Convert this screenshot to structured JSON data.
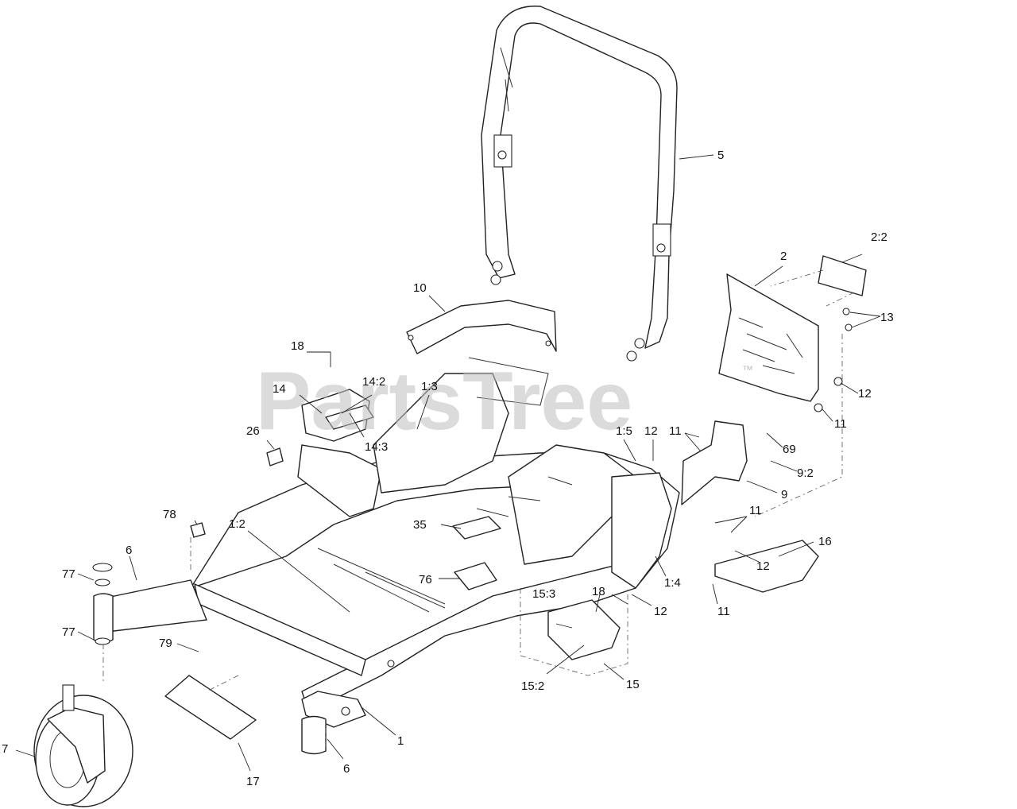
{
  "watermark": {
    "text": "PartsTree",
    "trademark": "™"
  },
  "callouts": {
    "c5": "5",
    "c2_2": "2:2",
    "c2": "2",
    "c13": "13",
    "c10": "10",
    "c18a": "18",
    "c14_2": "14:2",
    "c14": "14",
    "c14_3": "14:3",
    "c1_3": "1:3",
    "c26": "26",
    "c12a": "12",
    "c11a": "11",
    "c1_5": "1:5",
    "c12b": "12",
    "c11b": "11",
    "c69": "69",
    "c9_2": "9:2",
    "c9": "9",
    "c78": "78",
    "c1_2": "1:2",
    "c35": "35",
    "c11c": "11",
    "c16": "16",
    "c6a": "6",
    "c77a": "77",
    "c76": "76",
    "c12c": "12",
    "c1_4": "1:4",
    "c18b": "18",
    "c15_3": "15:3",
    "c12d": "12",
    "c11d": "11",
    "c77b": "77",
    "c79": "79",
    "c15_2": "15:2",
    "c15": "15",
    "c1": "1",
    "c7": "7",
    "c6b": "6",
    "c17": "17"
  }
}
